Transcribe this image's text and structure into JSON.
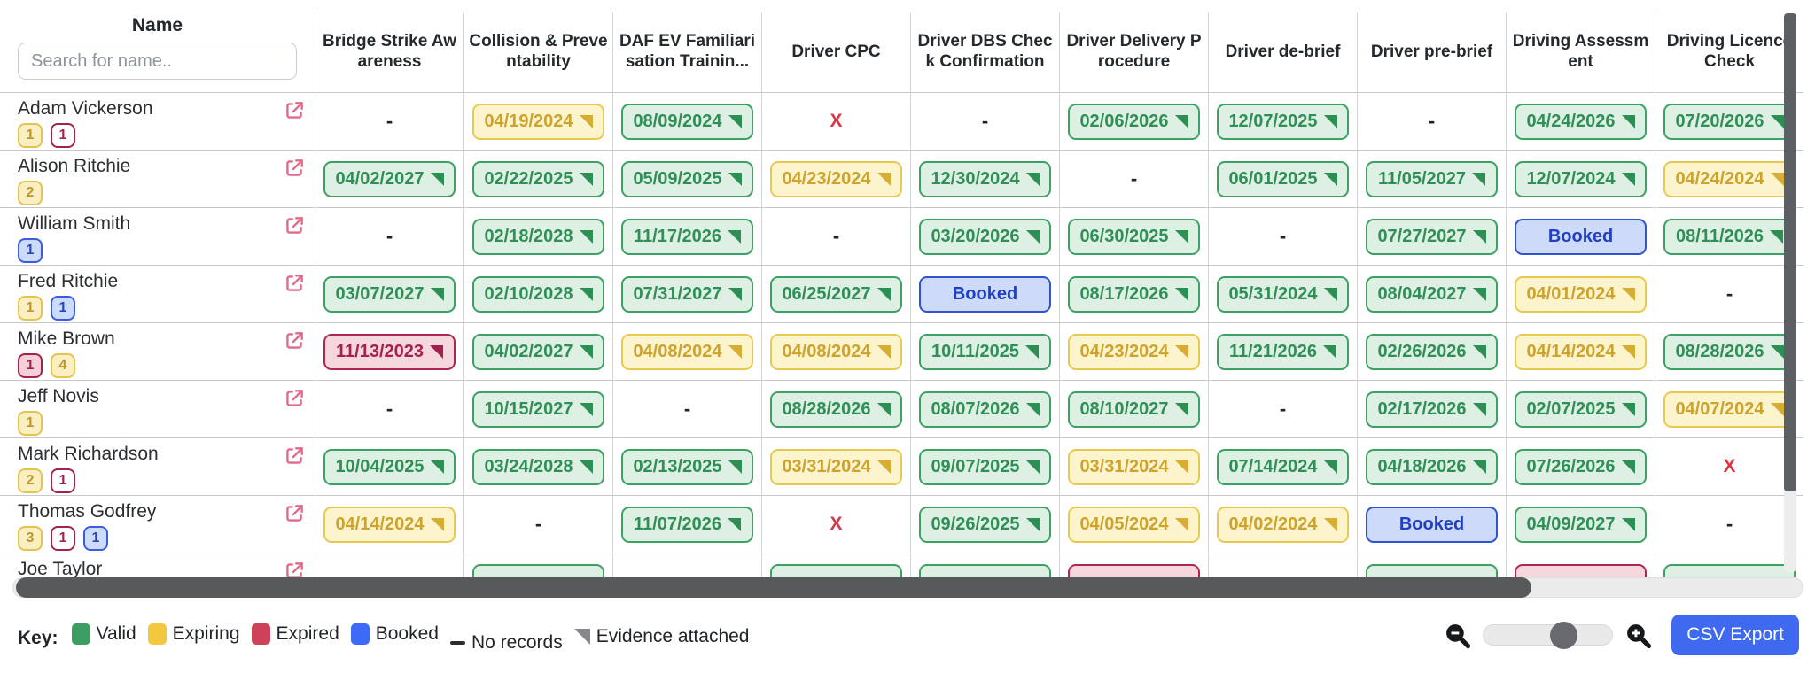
{
  "table": {
    "name_header": "Name",
    "search_placeholder": "Search for name..",
    "columns": [
      "Bridge Strike Awareness",
      "Collision & Preventability",
      "DAF EV Familiarisation Trainin...",
      "Driver CPC",
      "Driver DBS Check Confirmation",
      "Driver Delivery Procedure",
      "Driver de-brief",
      "Driver pre-brief",
      "Driving Assessment",
      "Driving Licence Check"
    ],
    "rows": [
      {
        "name": "Adam Vickerson",
        "badges": [
          {
            "count": "1",
            "type": "expiring"
          },
          {
            "count": "1",
            "type": "expired_outline"
          }
        ],
        "cells": [
          {
            "status": "none"
          },
          {
            "status": "expiring",
            "date": "04/19/2024",
            "evidence": true
          },
          {
            "status": "valid",
            "date": "08/09/2024",
            "evidence": true
          },
          {
            "status": "missing"
          },
          {
            "status": "none"
          },
          {
            "status": "valid",
            "date": "02/06/2026",
            "evidence": true
          },
          {
            "status": "valid",
            "date": "12/07/2025",
            "evidence": true
          },
          {
            "status": "none"
          },
          {
            "status": "valid",
            "date": "04/24/2026",
            "evidence": true
          },
          {
            "status": "valid",
            "date": "07/20/2026",
            "evidence": true
          }
        ]
      },
      {
        "name": "Alison Ritchie",
        "badges": [
          {
            "count": "2",
            "type": "expiring"
          }
        ],
        "cells": [
          {
            "status": "valid",
            "date": "04/02/2027",
            "evidence": true
          },
          {
            "status": "valid",
            "date": "02/22/2025",
            "evidence": true
          },
          {
            "status": "valid",
            "date": "05/09/2025",
            "evidence": true
          },
          {
            "status": "expiring",
            "date": "04/23/2024",
            "evidence": true
          },
          {
            "status": "valid",
            "date": "12/30/2024",
            "evidence": true
          },
          {
            "status": "none"
          },
          {
            "status": "valid",
            "date": "06/01/2025",
            "evidence": true
          },
          {
            "status": "valid",
            "date": "11/05/2027",
            "evidence": true
          },
          {
            "status": "valid",
            "date": "12/07/2024",
            "evidence": true
          },
          {
            "status": "expiring",
            "date": "04/24/2024",
            "evidence": true
          }
        ]
      },
      {
        "name": "William Smith",
        "badges": [
          {
            "count": "1",
            "type": "booked"
          }
        ],
        "cells": [
          {
            "status": "none"
          },
          {
            "status": "valid",
            "date": "02/18/2028",
            "evidence": true
          },
          {
            "status": "valid",
            "date": "11/17/2026",
            "evidence": true
          },
          {
            "status": "none"
          },
          {
            "status": "valid",
            "date": "03/20/2026",
            "evidence": true
          },
          {
            "status": "valid",
            "date": "06/30/2025",
            "evidence": true
          },
          {
            "status": "none"
          },
          {
            "status": "valid",
            "date": "07/27/2027",
            "evidence": true
          },
          {
            "status": "booked",
            "date": "Booked"
          },
          {
            "status": "valid",
            "date": "08/11/2026",
            "evidence": true
          }
        ]
      },
      {
        "name": "Fred Ritchie",
        "badges": [
          {
            "count": "1",
            "type": "expiring"
          },
          {
            "count": "1",
            "type": "booked"
          }
        ],
        "cells": [
          {
            "status": "valid",
            "date": "03/07/2027",
            "evidence": true
          },
          {
            "status": "valid",
            "date": "02/10/2028",
            "evidence": true
          },
          {
            "status": "valid",
            "date": "07/31/2027",
            "evidence": true
          },
          {
            "status": "valid",
            "date": "06/25/2027",
            "evidence": true
          },
          {
            "status": "booked",
            "date": "Booked"
          },
          {
            "status": "valid",
            "date": "08/17/2026",
            "evidence": true
          },
          {
            "status": "valid",
            "date": "05/31/2024",
            "evidence": true
          },
          {
            "status": "valid",
            "date": "08/04/2027",
            "evidence": true
          },
          {
            "status": "expiring",
            "date": "04/01/2024",
            "evidence": true
          },
          {
            "status": "none"
          }
        ]
      },
      {
        "name": "Mike Brown",
        "badges": [
          {
            "count": "1",
            "type": "expired"
          },
          {
            "count": "4",
            "type": "expiring"
          }
        ],
        "cells": [
          {
            "status": "expired",
            "date": "11/13/2023",
            "evidence": true
          },
          {
            "status": "valid",
            "date": "04/02/2027",
            "evidence": true
          },
          {
            "status": "expiring",
            "date": "04/08/2024",
            "evidence": true
          },
          {
            "status": "expiring",
            "date": "04/08/2024",
            "evidence": true
          },
          {
            "status": "valid",
            "date": "10/11/2025",
            "evidence": true
          },
          {
            "status": "expiring",
            "date": "04/23/2024",
            "evidence": true
          },
          {
            "status": "valid",
            "date": "11/21/2026",
            "evidence": true
          },
          {
            "status": "valid",
            "date": "02/26/2026",
            "evidence": true
          },
          {
            "status": "expiring",
            "date": "04/14/2024",
            "evidence": true
          },
          {
            "status": "valid",
            "date": "08/28/2026",
            "evidence": true
          }
        ]
      },
      {
        "name": "Jeff Novis",
        "badges": [
          {
            "count": "1",
            "type": "expiring"
          }
        ],
        "cells": [
          {
            "status": "none"
          },
          {
            "status": "valid",
            "date": "10/15/2027",
            "evidence": true
          },
          {
            "status": "none"
          },
          {
            "status": "valid",
            "date": "08/28/2026",
            "evidence": true
          },
          {
            "status": "valid",
            "date": "08/07/2026",
            "evidence": true
          },
          {
            "status": "valid",
            "date": "08/10/2027",
            "evidence": true
          },
          {
            "status": "none"
          },
          {
            "status": "valid",
            "date": "02/17/2026",
            "evidence": true
          },
          {
            "status": "valid",
            "date": "02/07/2025",
            "evidence": true
          },
          {
            "status": "expiring",
            "date": "04/07/2024",
            "evidence": true
          }
        ]
      },
      {
        "name": "Mark Richardson",
        "badges": [
          {
            "count": "2",
            "type": "expiring"
          },
          {
            "count": "1",
            "type": "expired_outline"
          }
        ],
        "cells": [
          {
            "status": "valid",
            "date": "10/04/2025",
            "evidence": true
          },
          {
            "status": "valid",
            "date": "03/24/2028",
            "evidence": true
          },
          {
            "status": "valid",
            "date": "02/13/2025",
            "evidence": true
          },
          {
            "status": "expiring",
            "date": "03/31/2024",
            "evidence": true
          },
          {
            "status": "valid",
            "date": "09/07/2025",
            "evidence": true
          },
          {
            "status": "expiring",
            "date": "03/31/2024",
            "evidence": true
          },
          {
            "status": "valid",
            "date": "07/14/2024",
            "evidence": true
          },
          {
            "status": "valid",
            "date": "04/18/2026",
            "evidence": true
          },
          {
            "status": "valid",
            "date": "07/26/2026",
            "evidence": true
          },
          {
            "status": "missing"
          }
        ]
      },
      {
        "name": "Thomas Godfrey",
        "badges": [
          {
            "count": "3",
            "type": "expiring"
          },
          {
            "count": "1",
            "type": "expired_outline"
          },
          {
            "count": "1",
            "type": "booked"
          }
        ],
        "cells": [
          {
            "status": "expiring",
            "date": "04/14/2024",
            "evidence": true
          },
          {
            "status": "none"
          },
          {
            "status": "valid",
            "date": "11/07/2026",
            "evidence": true
          },
          {
            "status": "missing"
          },
          {
            "status": "valid",
            "date": "09/26/2025",
            "evidence": true
          },
          {
            "status": "expiring",
            "date": "04/05/2024",
            "evidence": true
          },
          {
            "status": "expiring",
            "date": "04/02/2024",
            "evidence": true
          },
          {
            "status": "booked",
            "date": "Booked"
          },
          {
            "status": "valid",
            "date": "04/09/2027",
            "evidence": true
          },
          {
            "status": "none"
          }
        ]
      },
      {
        "name": "Joe Taylor",
        "badges": [],
        "cells": [
          {
            "status": "none"
          },
          {
            "status": "valid",
            "date": ""
          },
          {
            "status": "none"
          },
          {
            "status": "valid",
            "date": ""
          },
          {
            "status": "valid",
            "date": ""
          },
          {
            "status": "expired",
            "date": ""
          },
          {
            "status": "none"
          },
          {
            "status": "valid",
            "date": ""
          },
          {
            "status": "expired",
            "date": ""
          },
          {
            "status": "valid",
            "date": ""
          }
        ]
      }
    ]
  },
  "key": {
    "label": "Key:",
    "items": [
      {
        "label": "Valid",
        "swatch": "color",
        "color": "#3d9e63"
      },
      {
        "label": "Expiring",
        "swatch": "color",
        "color": "#f3c83f"
      },
      {
        "label": "Expired",
        "swatch": "color",
        "color": "#cc4257"
      },
      {
        "label": "Booked",
        "swatch": "color",
        "color": "#3d6bf5"
      },
      {
        "label": "No records",
        "swatch": "dash"
      },
      {
        "label": "Evidence attached",
        "swatch": "triangle",
        "color": "#85878a"
      }
    ]
  },
  "controls": {
    "csv_export_label": "CSV Export",
    "zoom_slider_value_percent": 62
  },
  "status_colors": {
    "valid": "#3ba164",
    "expiring": "#e8c94f",
    "expired": "#ad2652",
    "booked": "#3053cf",
    "flag_valid": "#2e8f55",
    "flag_expiring": "#d8ad33",
    "flag_expired": "#9e2150"
  }
}
